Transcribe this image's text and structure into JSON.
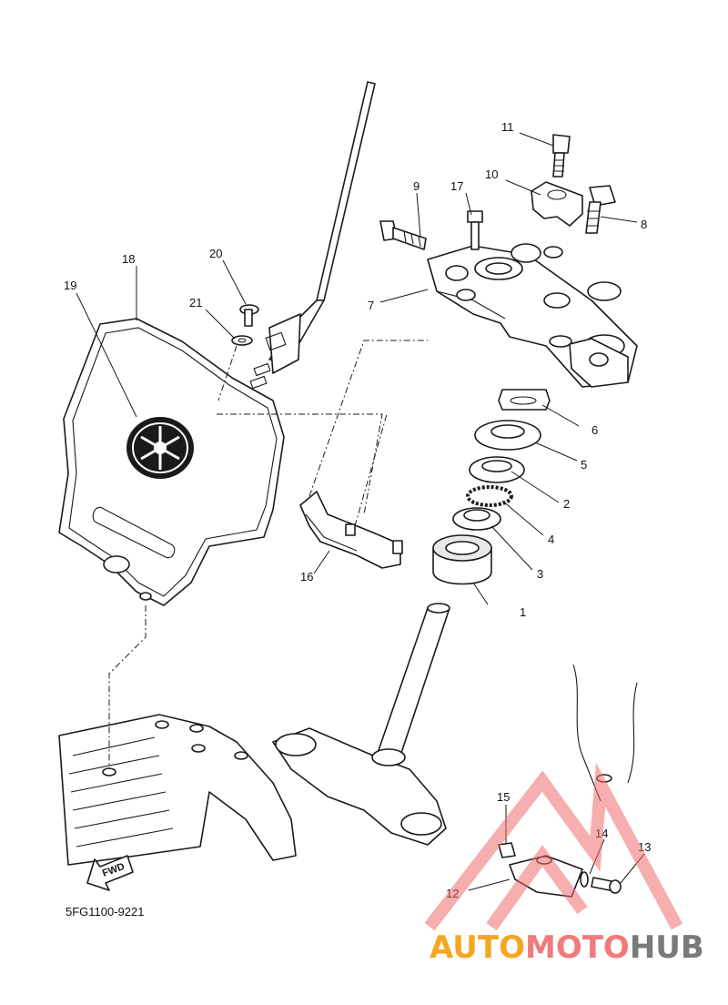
{
  "diagram": {
    "part_code": "5FG1100-9221",
    "direction_marker": "FWD",
    "callouts": [
      "1",
      "2",
      "3",
      "4",
      "5",
      "6",
      "7",
      "8",
      "9",
      "10",
      "11",
      "12",
      "13",
      "14",
      "15",
      "16",
      "17",
      "18",
      "19",
      "20",
      "21"
    ]
  },
  "watermark": {
    "brand_part1": "AUTO",
    "brand_part2": "MOTO",
    "brand_part3": "HUB",
    "colors": {
      "auto": "#f5a623",
      "moto": "#f07b7b",
      "hub": "#7a7a7a",
      "logo": "#ef6b6b"
    }
  },
  "colors": {
    "line": "#1a1a1a",
    "background": "#ffffff"
  }
}
